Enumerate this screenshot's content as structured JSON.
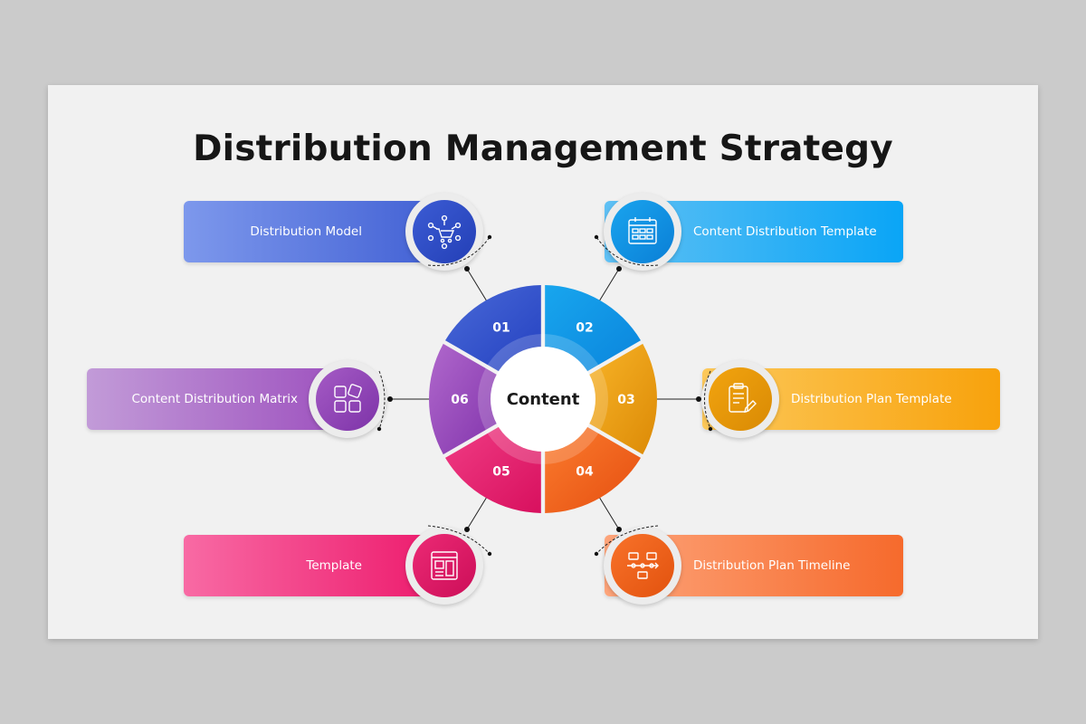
{
  "title": "Distribution Management Strategy",
  "center_label": "Content",
  "segments": [
    {
      "number": "01",
      "label": "Distribution Model",
      "icon": "cart-network-icon",
      "color_from": "#4a6ad8",
      "color_to": "#2f4fc8"
    },
    {
      "number": "02",
      "label": "Content Distribution Template",
      "icon": "calendar-grid-icon",
      "color_from": "#16a3ec",
      "color_to": "#0a88df"
    },
    {
      "number": "03",
      "label": "Distribution Plan Template",
      "icon": "clipboard-pen-icon",
      "color_from": "#f6ad1c",
      "color_to": "#e89a08"
    },
    {
      "number": "04",
      "label": "Distribution Plan Timeline",
      "icon": "timeline-flow-icon",
      "color_from": "#fa7a2a",
      "color_to": "#ee5a14"
    },
    {
      "number": "05",
      "label": "Template",
      "icon": "layout-template-icon",
      "color_from": "#f0307a",
      "color_to": "#dc1462"
    },
    {
      "number": "06",
      "label": "Content Distribution Matrix",
      "icon": "matrix-blocks-icon",
      "color_from": "#a453c2",
      "color_to": "#8a3aaf"
    }
  ]
}
